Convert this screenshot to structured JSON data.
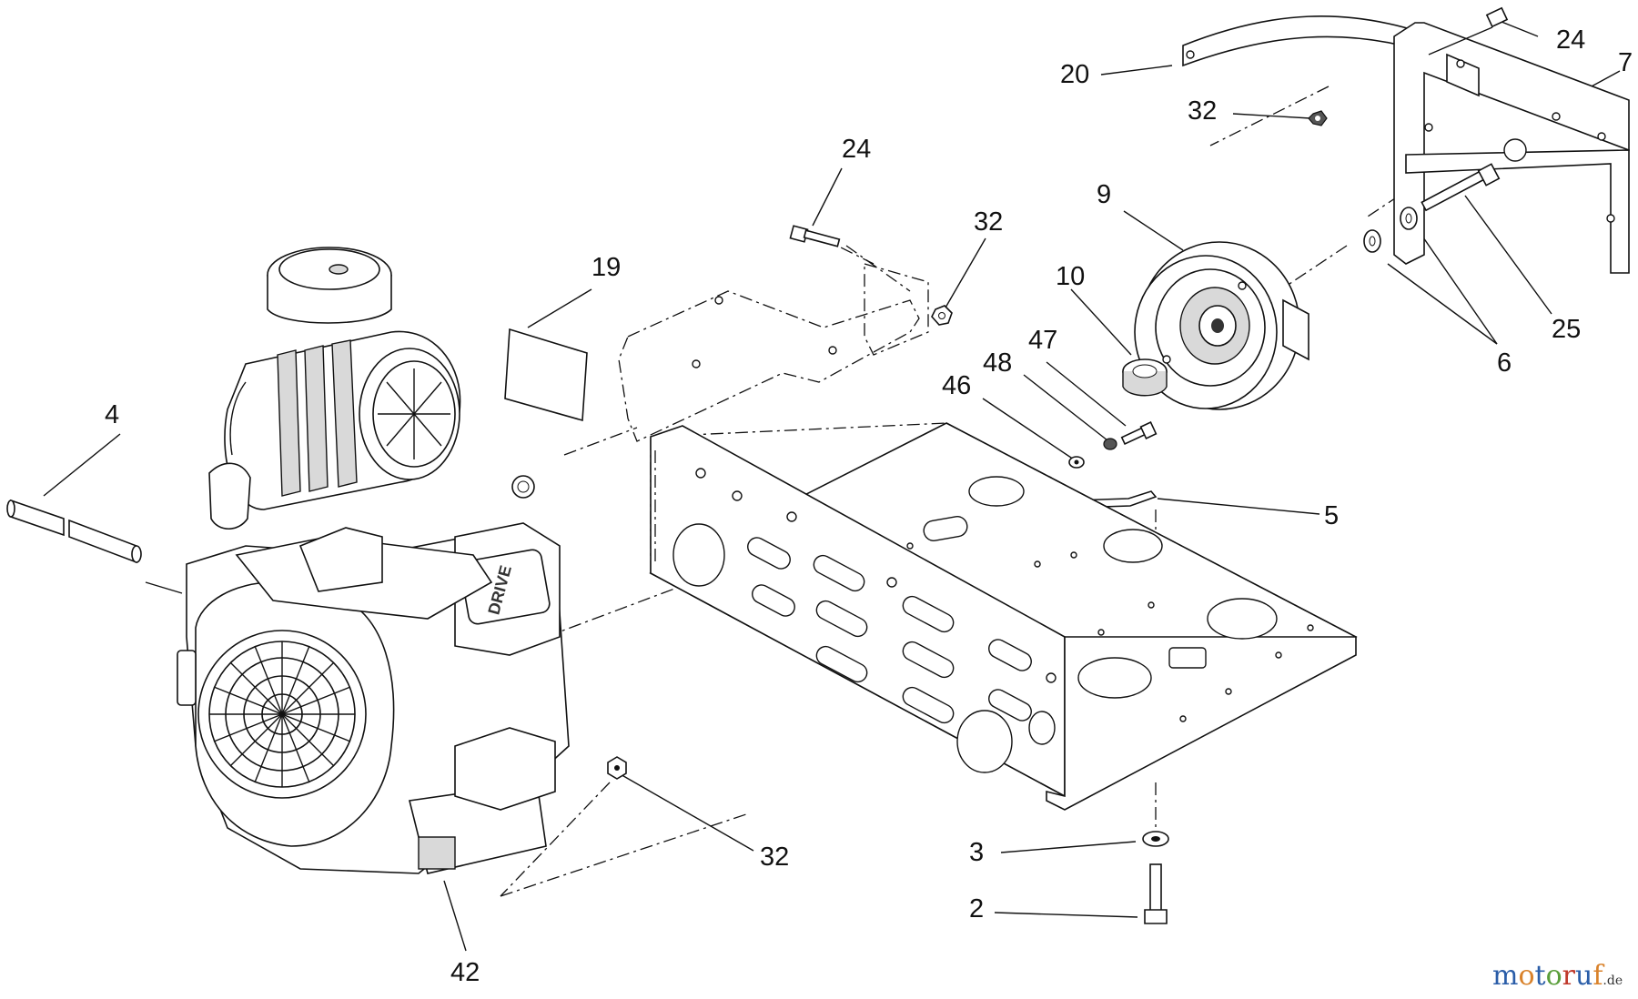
{
  "diagram": {
    "callouts": [
      {
        "id": "c20",
        "text": "20"
      },
      {
        "id": "c24a",
        "text": "24"
      },
      {
        "id": "c7",
        "text": "7"
      },
      {
        "id": "c32a",
        "text": "32"
      },
      {
        "id": "c24b",
        "text": "24"
      },
      {
        "id": "c32b",
        "text": "32"
      },
      {
        "id": "c19",
        "text": "19"
      },
      {
        "id": "c9",
        "text": "9"
      },
      {
        "id": "c10",
        "text": "10"
      },
      {
        "id": "c47",
        "text": "47"
      },
      {
        "id": "c48",
        "text": "48"
      },
      {
        "id": "c46",
        "text": "46"
      },
      {
        "id": "c25",
        "text": "25"
      },
      {
        "id": "c6",
        "text": "6"
      },
      {
        "id": "c4",
        "text": "4"
      },
      {
        "id": "c5",
        "text": "5"
      },
      {
        "id": "c32c",
        "text": "32"
      },
      {
        "id": "c3",
        "text": "3"
      },
      {
        "id": "c2",
        "text": "2"
      },
      {
        "id": "c42",
        "text": "42"
      }
    ],
    "engine_badge": "DRIVE"
  },
  "watermark": {
    "letters": [
      "m",
      "o",
      "t",
      "o",
      "r",
      "u",
      "f"
    ],
    "letter_colors": [
      "#2a5da8",
      "#d9822b",
      "#2a5da8",
      "#5a9e3a",
      "#c0392b",
      "#2a5da8",
      "#d9822b"
    ],
    "tld": ".de"
  }
}
